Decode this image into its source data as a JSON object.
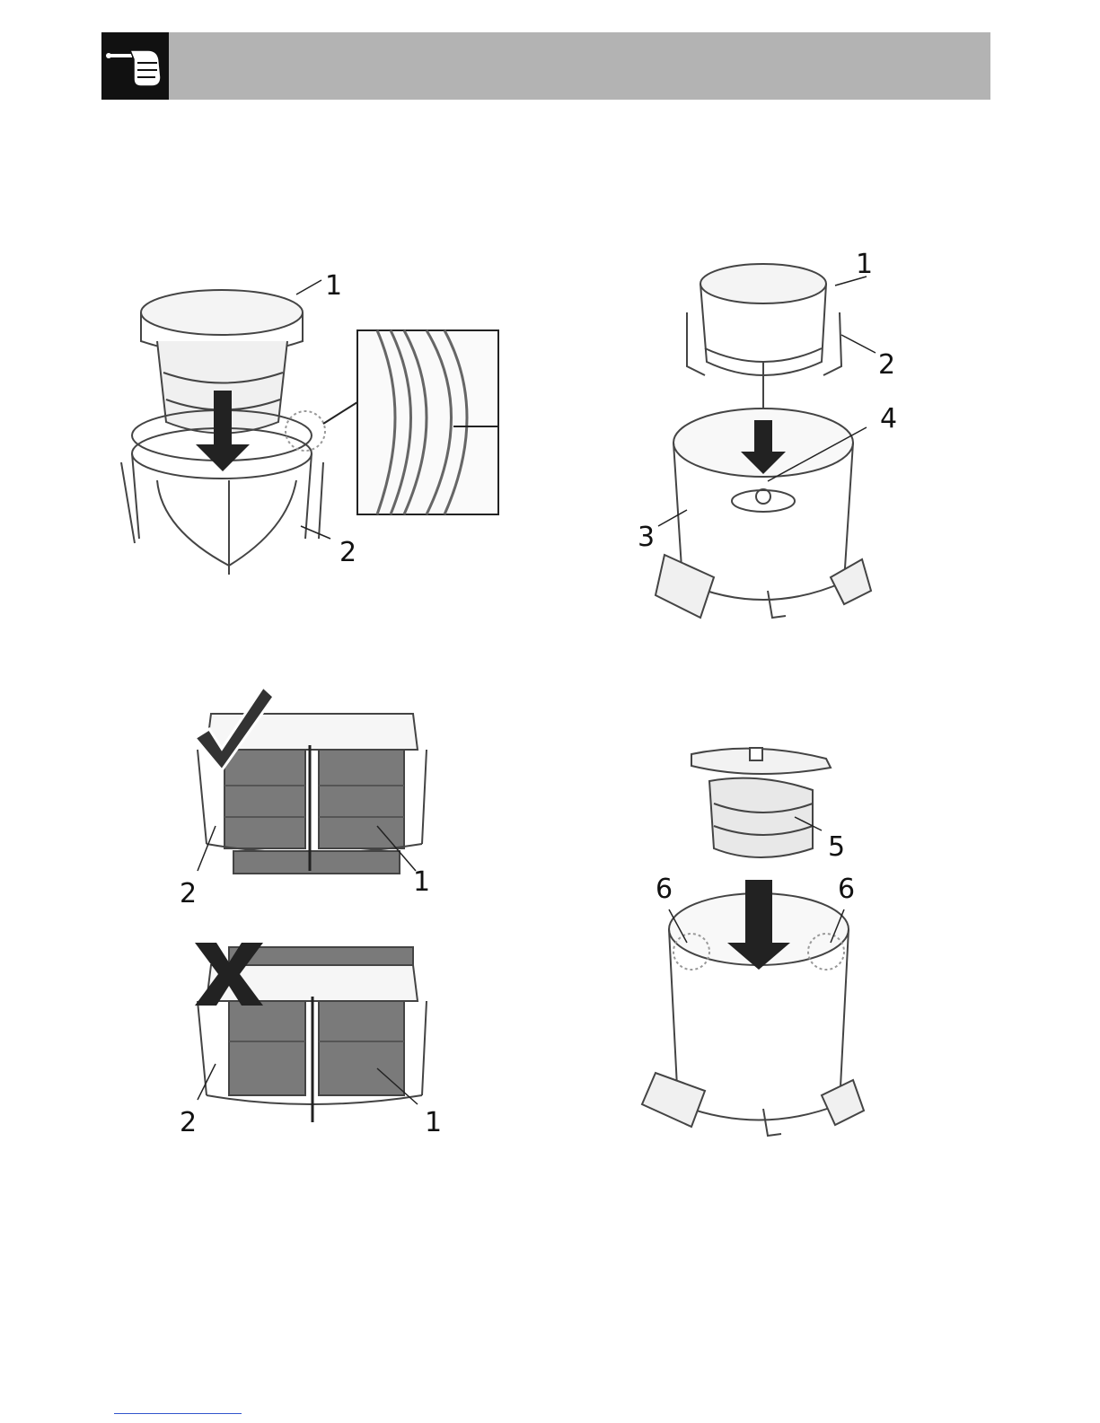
{
  "header": {
    "icon": "pointing-hand-icon"
  },
  "figures": {
    "filter_into_holder": {
      "labels": [
        "1",
        "2"
      ]
    },
    "assembly_into_bowl": {
      "labels": [
        "1",
        "2",
        "3",
        "4"
      ]
    },
    "correct_fit": {
      "mark": "check-mark-icon",
      "labels": [
        "2",
        "1"
      ]
    },
    "incorrect_fit": {
      "mark": "cross-mark-icon",
      "labels": [
        "2",
        "1"
      ]
    },
    "auger_into_bowl": {
      "labels": [
        "5",
        "6",
        "6"
      ]
    }
  },
  "colors": {
    "header_bar": "#b3b3b3",
    "icon_box": "#111111",
    "part_gray": "#7a7a7a"
  }
}
